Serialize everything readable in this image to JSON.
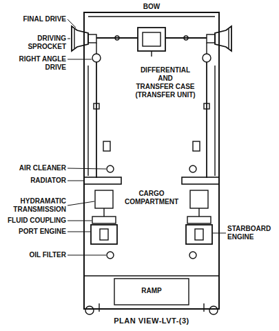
{
  "diagram": {
    "caption": "PLAN VIEW-LVT-(3)",
    "labels": [
      "BOW",
      "FINAL DRIVE",
      "DRIVING SPROCKET",
      "RIGHT ANGLE DRIVE",
      "DIFFERENTIAL",
      "AND",
      "TRANSFER CASE",
      "(TRANSFER UNIT)",
      "AIR CLEANER",
      "RADIATOR",
      "CARGO COMPARTMENT",
      "HYDRAMATIC TRANSMISSION",
      "FLUID COUPLING",
      "PORT ENGINE",
      "STARBOARD ENGINE",
      "OIL FILTER",
      "RAMP"
    ]
  }
}
